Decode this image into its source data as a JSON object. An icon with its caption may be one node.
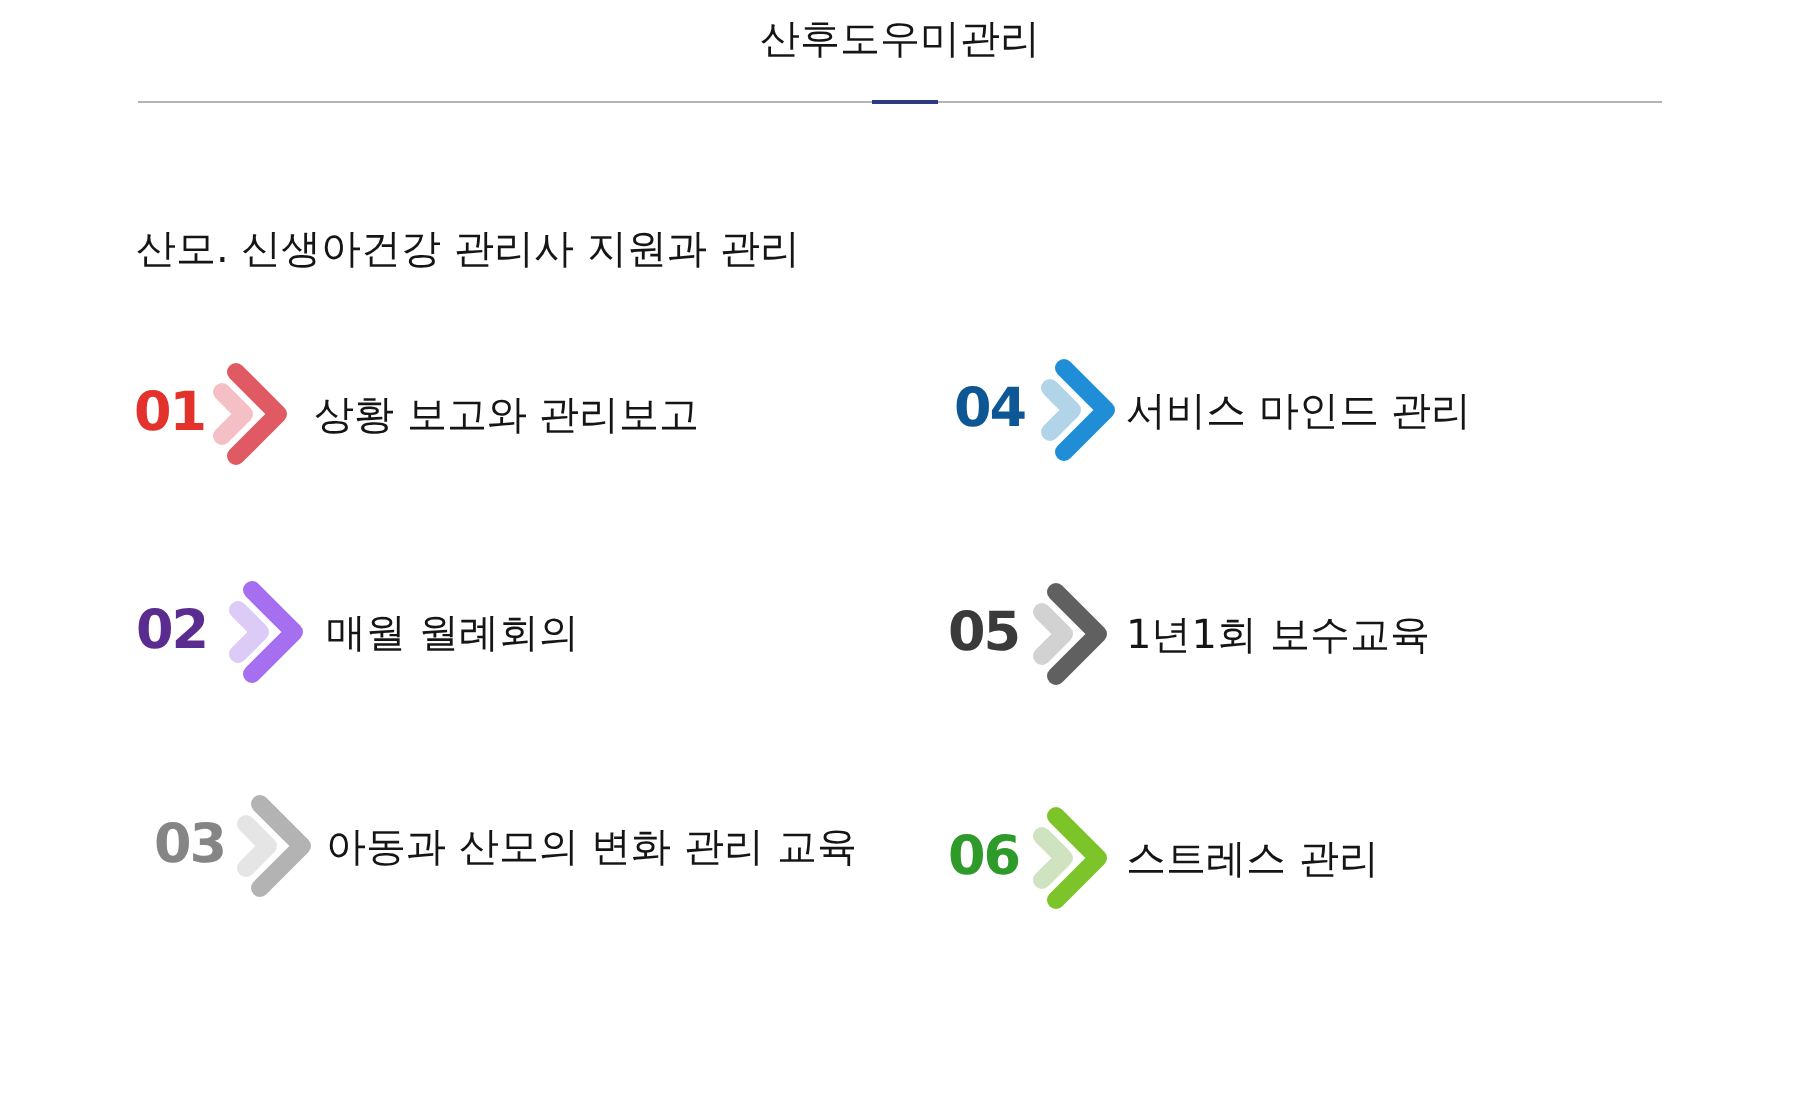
{
  "diagram": {
    "title": "산후도우미관리",
    "labels": [
      "산모. 신생아건강 관리사 지원과 관리",
      "01",
      "상황 보고와 관리보고",
      "02",
      "매월 월례회의",
      "03",
      "아동과 산모의 변화 관리 교육",
      "04",
      "서비스 마인드 관리",
      "05",
      "1년1회 보수교육",
      "06",
      "스트레스 관리"
    ]
  }
}
